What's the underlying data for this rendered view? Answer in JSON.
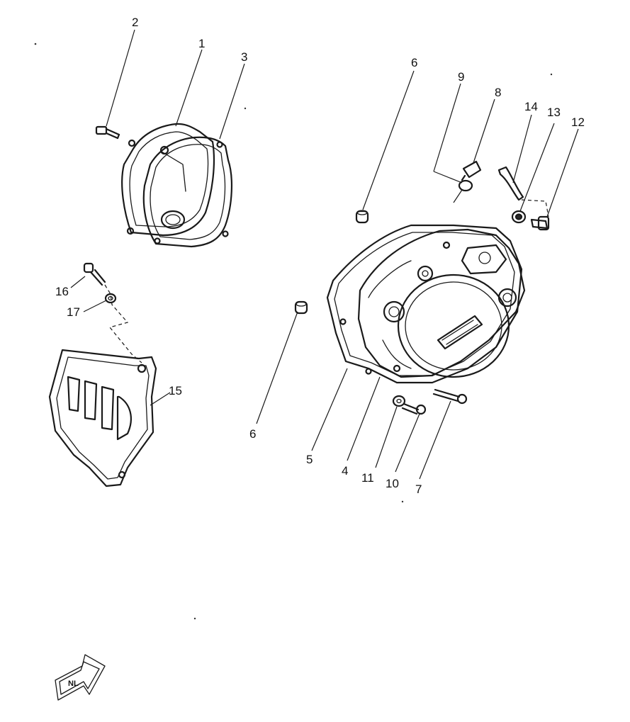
{
  "diagram": {
    "callouts": [
      "1",
      "2",
      "3",
      "4",
      "5",
      "6",
      "6",
      "7",
      "8",
      "9",
      "10",
      "11",
      "12",
      "13",
      "14",
      "15",
      "16",
      "17"
    ],
    "forward_mark": "NL"
  },
  "colors": {
    "ink": "#1a1a1a",
    "background": "#ffffff"
  }
}
